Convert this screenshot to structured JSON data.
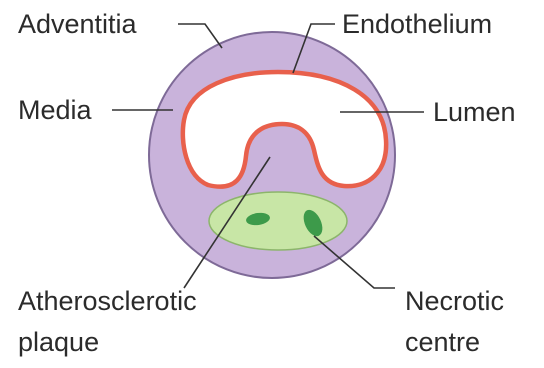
{
  "labels": {
    "adventitia": "Adventitia",
    "endothelium": "Endothelium",
    "media": "Media",
    "lumen": "Lumen",
    "atherosclerotic_line1": "Atherosclerotic",
    "atherosclerotic_line2": "plaque",
    "necrotic_line1": "Necrotic",
    "necrotic_line2": "centre"
  },
  "colors": {
    "vessel_wall": "#c9b3db",
    "vessel_outline": "#7e6a97",
    "endothelium": "#e8604c",
    "lumen": "#ffffff",
    "necrotic_area": "#c8e6a6",
    "necrotic_outline": "#8cb56b",
    "necrotic_spots": "#3d9a4a",
    "leader_line": "#333333",
    "text": "#2b2b2b"
  }
}
